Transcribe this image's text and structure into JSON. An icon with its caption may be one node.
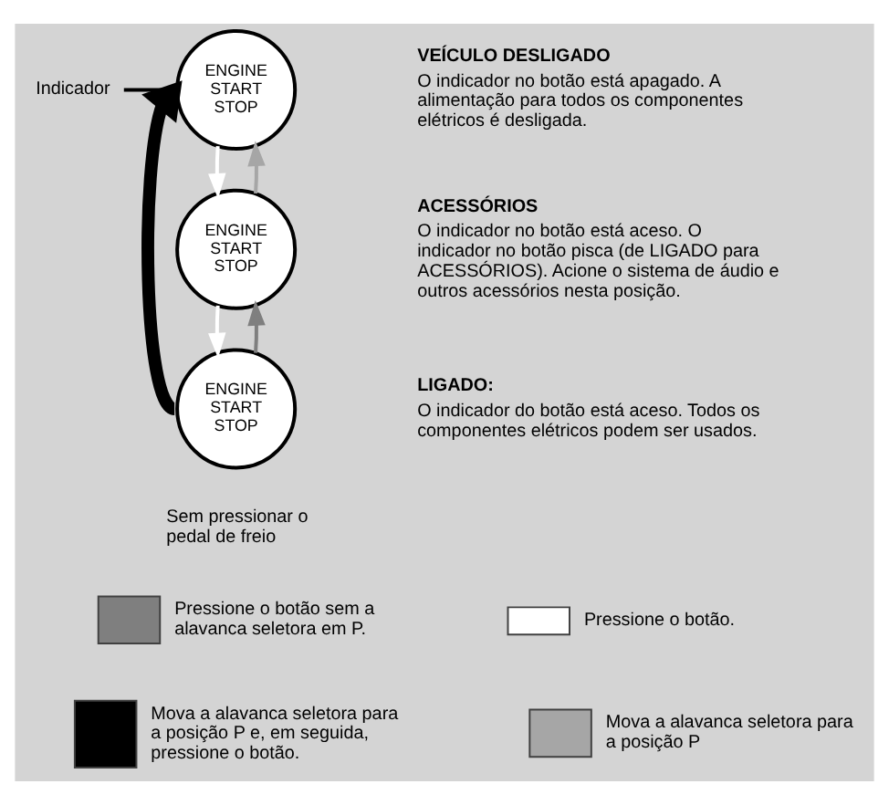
{
  "diagram": {
    "nodes": [
      {
        "text": [
          "ENGINE START STOP"
        ],
        "beside": [
          "VEÍCULO DESLIGADO",
          "O indicador no botão está apagado. A alimentação para todos os componentes elétricos é desligada."
        ]
      },
      {
        "text": [
          "ENGINE START STOP"
        ],
        "beside": [
          "ACESSÓRIOS",
          "O indicador no botão está aceso. O indicador no botão pisca (de LIGADO para ACESSÓRIOS). Acione o sistema de áudio e outros acessórios nesta posição."
        ]
      },
      {
        "text": [
          "ENGINE START STOP"
        ],
        "beside": [
          "LIGADO:",
          "O indicador do botão está aceso. Todos os componentes elétricos podem ser usados.",
          "Sem pressionar o pedal de freio"
        ]
      },
      {
        "text": [
          "Indicador"
        ]
      }
    ],
    "edges": [
      {
        "from": 0,
        "to": 1,
        "arrow": "to",
        "color": "#ffffff"
      },
      {
        "from": 1,
        "to": 0,
        "arrow": "to",
        "color": "#a6a6a6"
      },
      {
        "from": 1,
        "to": 2,
        "arrow": "to",
        "color": "#ffffff"
      },
      {
        "from": 2,
        "to": 1,
        "arrow": "to",
        "color": "#7f7f7f"
      },
      {
        "from": 2,
        "to": 0,
        "arrow": "to",
        "style": "thick",
        "color": "#000000"
      },
      {
        "from": 3,
        "to": 0,
        "arrow": "none",
        "color": "#000000"
      }
    ],
    "legend": [
      {
        "text": "Pressione o botão sem a alavanca seletora em P.",
        "color": "#7f7f7f"
      },
      {
        "text": "Pressione o botão.",
        "color": "#ffffff"
      },
      {
        "text": "Mova a alavanca seletora para a posição P e, em seguida, pressione o botão.",
        "color": "#000000"
      },
      {
        "text": "Mova a alavanca seletora para a posição P",
        "color": "#a6a6a6"
      }
    ]
  }
}
